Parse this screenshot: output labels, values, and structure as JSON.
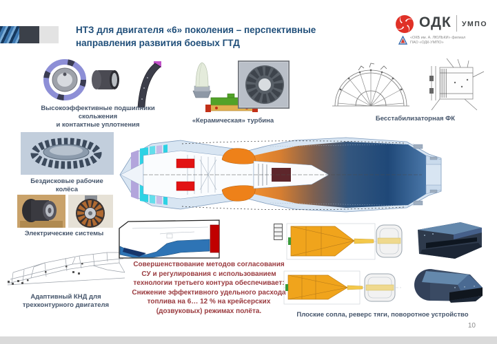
{
  "slide": {
    "page_number": "10"
  },
  "header": {
    "title_line1": "НТЗ для двигателя «6» поколения –  перспективные",
    "title_line2": "направления развития боевых ГТД"
  },
  "logo": {
    "brand": "ОДК",
    "division": "УМПО",
    "affiliate_line1": "«ОКБ им. А. ЛЮЛЬКИ» филиал",
    "affiliate_line2": "ПАО «ОДК-УМПО»"
  },
  "captions": {
    "bearings": {
      "line1": "Высокоэффективные подшипники",
      "line2": "скольжения",
      "line3": "и контактные уплотнения"
    },
    "ceramic_turbine": "«Керамическая» турбина",
    "afterburner": "Бесстабилизаторная ФК",
    "diskless_wheels": {
      "line1": "Бездисковые рабочие",
      "line2": "колёса"
    },
    "electric_systems": "Электрические системы",
    "adaptive_lpc": {
      "line1": "Адаптивный КНД для",
      "line2": "трехконтурного двигателя"
    },
    "flat_nozzles": "Плоские сопла, реверс тяги, поворотное устройство"
  },
  "main_text": {
    "lines": [
      "Совершенствование методов согласования",
      "СУ и регулирования с использованием",
      "технологии третьего контура обеспечивает:",
      "Снижение эффективного удельного расхода",
      "топлива на 6… 12 % на крейсерских",
      "(дозвуковых) режимах полёта."
    ]
  },
  "colors": {
    "title": "#1F4E79",
    "caption": "#44546A",
    "emphasis_text": "#9A3B3F",
    "brand_red": "#E03127",
    "exhaust_blue": "#1F4878",
    "combustor_orange": "#EE8119"
  }
}
